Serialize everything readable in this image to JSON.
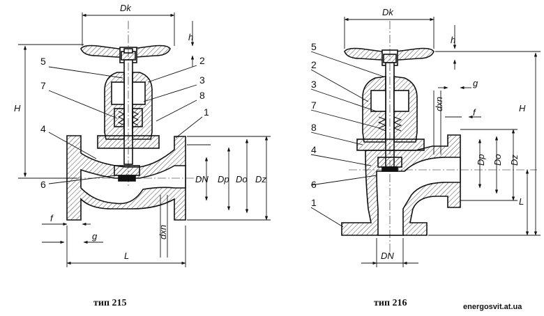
{
  "valve_215": {
    "caption": "тип 215",
    "callouts": [
      "5",
      "2",
      "7",
      "3",
      "8",
      "1",
      "4",
      "6"
    ],
    "dimensions": {
      "Dk": "Dk",
      "h": "h",
      "H": "H",
      "DN": "DN",
      "Dp": "Dp",
      "Do": "Do",
      "Dz": "Dz",
      "f": "f",
      "g": "g",
      "L": "L",
      "dxn": "dxn"
    }
  },
  "valve_216": {
    "caption": "тип 216",
    "callouts": [
      "5",
      "2",
      "3",
      "7",
      "8",
      "4",
      "6",
      "1"
    ],
    "dimensions": {
      "Dk": "Dk",
      "h": "h",
      "H": "H",
      "g": "g",
      "f": "f",
      "dxn": "dxn",
      "Dp": "Dp",
      "Do": "Do",
      "Dz": "Dz",
      "L": "L",
      "DN": "DN"
    }
  },
  "watermark": "energosvit.at.ua"
}
